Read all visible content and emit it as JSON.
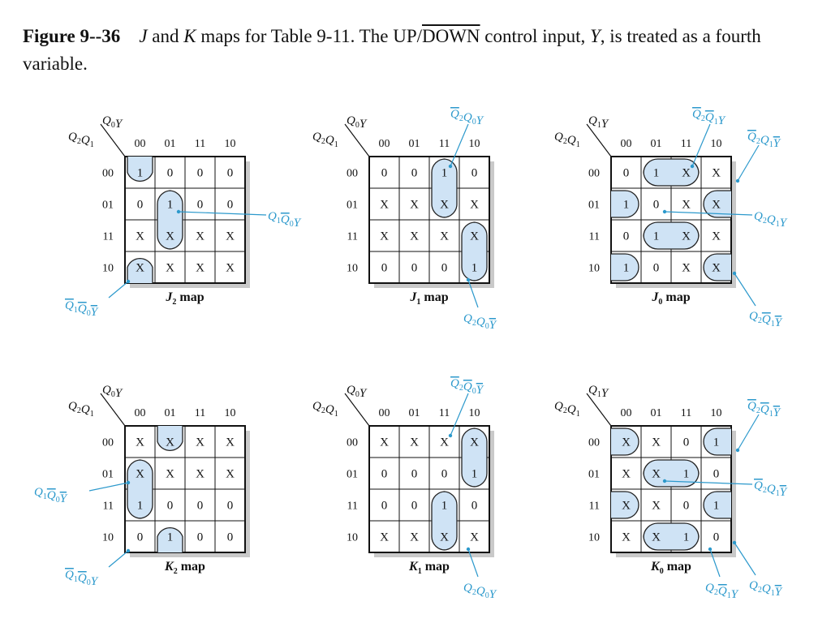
{
  "caption": {
    "figure": "Figure 9--36",
    "rest_pre": "and",
    "rest_mid": "maps for Table 9-11. The",
    "updown_up": "UP/",
    "updown_down": "DOWN",
    "rest_post": "control input,",
    "rest_end": ", is treated as a fourth variable.",
    "J": "J",
    "K": "K",
    "Y": "Y"
  },
  "colors": {
    "accent": "#2c99cc",
    "group_fill": "#cfe3f5",
    "shadow": "#c9c9c9"
  },
  "col_header": [
    "00",
    "01",
    "11",
    "10"
  ],
  "row_header": [
    "00",
    "01",
    "11",
    "10"
  ],
  "maps": [
    {
      "id": "J2",
      "label": "J",
      "sub": "2",
      "cells": [
        [
          "1",
          "0",
          "0",
          "0"
        ],
        [
          "0",
          "1",
          "0",
          "0"
        ],
        [
          "X",
          "X",
          "X",
          "X"
        ],
        [
          "X",
          "X",
          "X",
          "X"
        ]
      ],
      "groups": [
        {
          "r": 0,
          "c": 0,
          "rows": 1,
          "cols": 1,
          "open": "top"
        },
        {
          "r": 1,
          "c": 1,
          "rows": 2,
          "cols": 1,
          "open": ""
        },
        {
          "r": 3,
          "c": 0,
          "rows": 1,
          "cols": 1,
          "open": "bottom"
        }
      ],
      "terms": [
        {
          "parts": [
            [
              "Q",
              "1",
              ""
            ],
            [
              "Q",
              "0",
              "b"
            ],
            [
              "Y",
              "",
              ""
            ]
          ],
          "anchor": "right-mid"
        },
        {
          "parts": [
            [
              "Q",
              "1",
              "b"
            ],
            [
              "Q",
              "0",
              "b"
            ],
            [
              "Y",
              "",
              "b"
            ]
          ],
          "anchor": "bottom-left"
        }
      ]
    },
    {
      "id": "J1",
      "label": "J",
      "sub": "1",
      "cells": [
        [
          "0",
          "0",
          "1",
          "0"
        ],
        [
          "X",
          "X",
          "X",
          "X"
        ],
        [
          "X",
          "X",
          "X",
          "X"
        ],
        [
          "0",
          "0",
          "0",
          "1"
        ]
      ],
      "groups": [
        {
          "r": 0,
          "c": 2,
          "rows": 2,
          "cols": 1,
          "open": ""
        },
        {
          "r": 2,
          "c": 3,
          "rows": 2,
          "cols": 1,
          "open": ""
        }
      ],
      "terms": [
        {
          "parts": [
            [
              "Q",
              "2",
              "b"
            ],
            [
              "Q",
              "0",
              ""
            ],
            [
              "Y",
              "",
              ""
            ]
          ],
          "anchor": "top"
        },
        {
          "parts": [
            [
              "Q",
              "2",
              ""
            ],
            [
              "Q",
              "0",
              ""
            ],
            [
              "Y",
              "",
              "b"
            ]
          ],
          "anchor": "bottom"
        }
      ]
    },
    {
      "id": "J0",
      "label": "J",
      "sub": "0",
      "cells": [
        [
          "0",
          "1",
          "X",
          "X"
        ],
        [
          "1",
          "0",
          "X",
          "X"
        ],
        [
          "0",
          "1",
          "X",
          "X"
        ],
        [
          "1",
          "0",
          "X",
          "X"
        ]
      ],
      "groups": [
        {
          "r": 0,
          "c": 1,
          "rows": 1,
          "cols": 2,
          "open": ""
        },
        {
          "r": 2,
          "c": 1,
          "rows": 1,
          "cols": 2,
          "open": ""
        },
        {
          "r": 1,
          "c": 0,
          "rows": 1,
          "cols": 1,
          "open": "left"
        },
        {
          "r": 3,
          "c": 0,
          "rows": 1,
          "cols": 1,
          "open": "left"
        },
        {
          "r": 1,
          "c": 3,
          "rows": 1,
          "cols": 1,
          "open": "right"
        },
        {
          "r": 3,
          "c": 3,
          "rows": 1,
          "cols": 1,
          "open": "right"
        }
      ],
      "terms": [
        {
          "parts": [
            [
              "Q",
              "2",
              "b"
            ],
            [
              "Q",
              "1",
              "b"
            ],
            [
              "Y",
              "",
              ""
            ]
          ],
          "anchor": "top"
        },
        {
          "parts": [
            [
              "Q",
              "2",
              "b"
            ],
            [
              "Q",
              "1",
              ""
            ],
            [
              "Y",
              "",
              "b"
            ]
          ],
          "anchor": "top-right"
        },
        {
          "parts": [
            [
              "Q",
              "2",
              ""
            ],
            [
              "Q",
              "1",
              ""
            ],
            [
              "Y",
              "",
              ""
            ]
          ],
          "anchor": "right-mid"
        },
        {
          "parts": [
            [
              "Q",
              "2",
              ""
            ],
            [
              "Q",
              "1",
              "b"
            ],
            [
              "Y",
              "",
              "b"
            ]
          ],
          "anchor": "bottom-right"
        }
      ]
    },
    {
      "id": "K2",
      "label": "K",
      "sub": "2",
      "cells": [
        [
          "X",
          "X",
          "X",
          "X"
        ],
        [
          "X",
          "X",
          "X",
          "X"
        ],
        [
          "1",
          "0",
          "0",
          "0"
        ],
        [
          "0",
          "1",
          "0",
          "0"
        ]
      ],
      "groups": [
        {
          "r": 0,
          "c": 1,
          "rows": 1,
          "cols": 1,
          "open": "top"
        },
        {
          "r": 1,
          "c": 0,
          "rows": 2,
          "cols": 1,
          "open": ""
        },
        {
          "r": 3,
          "c": 1,
          "rows": 1,
          "cols": 1,
          "open": "bottom"
        }
      ],
      "terms": [
        {
          "parts": [
            [
              "Q",
              "1",
              ""
            ],
            [
              "Q",
              "0",
              "b"
            ],
            [
              "Y",
              "",
              "b"
            ]
          ],
          "anchor": "left"
        },
        {
          "parts": [
            [
              "Q",
              "1",
              "b"
            ],
            [
              "Q",
              "0",
              "b"
            ],
            [
              "Y",
              "",
              ""
            ]
          ],
          "anchor": "bottom-left"
        }
      ]
    },
    {
      "id": "K1",
      "label": "K",
      "sub": "1",
      "cells": [
        [
          "X",
          "X",
          "X",
          "X"
        ],
        [
          "0",
          "0",
          "0",
          "1"
        ],
        [
          "0",
          "0",
          "1",
          "0"
        ],
        [
          "X",
          "X",
          "X",
          "X"
        ]
      ],
      "groups": [
        {
          "r": 0,
          "c": 3,
          "rows": 2,
          "cols": 1,
          "open": ""
        },
        {
          "r": 2,
          "c": 2,
          "rows": 2,
          "cols": 1,
          "open": ""
        }
      ],
      "terms": [
        {
          "parts": [
            [
              "Q",
              "2",
              "b"
            ],
            [
              "Q",
              "0",
              "b"
            ],
            [
              "Y",
              "",
              "b"
            ]
          ],
          "anchor": "top"
        },
        {
          "parts": [
            [
              "Q",
              "2",
              ""
            ],
            [
              "Q",
              "0",
              ""
            ],
            [
              "Y",
              "",
              ""
            ]
          ],
          "anchor": "bottom"
        }
      ]
    },
    {
      "id": "K0",
      "label": "K",
      "sub": "0",
      "cells": [
        [
          "X",
          "X",
          "0",
          "1"
        ],
        [
          "X",
          "X",
          "1",
          "0"
        ],
        [
          "X",
          "X",
          "0",
          "1"
        ],
        [
          "X",
          "X",
          "1",
          "0"
        ]
      ],
      "groups": [
        {
          "r": 0,
          "c": 0,
          "rows": 1,
          "cols": 1,
          "open": "left"
        },
        {
          "r": 2,
          "c": 0,
          "rows": 1,
          "cols": 1,
          "open": "left"
        },
        {
          "r": 0,
          "c": 3,
          "rows": 1,
          "cols": 1,
          "open": "right"
        },
        {
          "r": 2,
          "c": 3,
          "rows": 1,
          "cols": 1,
          "open": "right"
        },
        {
          "r": 1,
          "c": 1,
          "rows": 1,
          "cols": 2,
          "open": ""
        },
        {
          "r": 3,
          "c": 1,
          "rows": 1,
          "cols": 2,
          "open": ""
        }
      ],
      "terms": [
        {
          "parts": [
            [
              "Q",
              "2",
              "b"
            ],
            [
              "Q",
              "1",
              "b"
            ],
            [
              "Y",
              "",
              "b"
            ]
          ],
          "anchor": "top-right"
        },
        {
          "parts": [
            [
              "Q",
              "2",
              "b"
            ],
            [
              "Q",
              "1",
              ""
            ],
            [
              "Y",
              "",
              "b"
            ]
          ],
          "anchor": "right-mid"
        },
        {
          "parts": [
            [
              "Q",
              "2",
              ""
            ],
            [
              "Q",
              "1",
              ""
            ],
            [
              "Y",
              "",
              "b"
            ]
          ],
          "anchor": "bottom-right"
        },
        {
          "parts": [
            [
              "Q",
              "2",
              ""
            ],
            [
              "Q",
              "1",
              "b"
            ],
            [
              "Y",
              "",
              ""
            ]
          ],
          "anchor": "bottom"
        }
      ]
    }
  ]
}
